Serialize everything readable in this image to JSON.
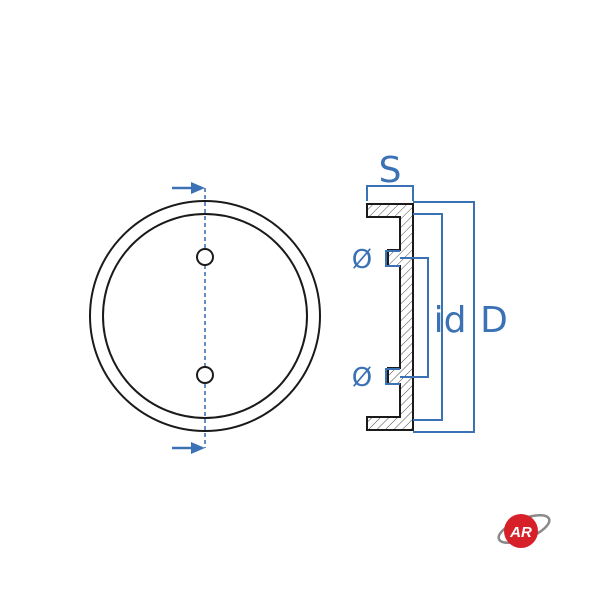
{
  "labels": {
    "thickness": "S",
    "hole_diameter_top": "Ø",
    "hole_diameter_bottom": "Ø",
    "inner_diameter": "id",
    "outer_diameter": "D"
  },
  "logo": {
    "text": "AR"
  },
  "colors": {
    "outline": "#1a1a1a",
    "dimension": "#3b72b5",
    "logo_red": "#d6202a",
    "logo_ring": "#8a8a8a"
  }
}
